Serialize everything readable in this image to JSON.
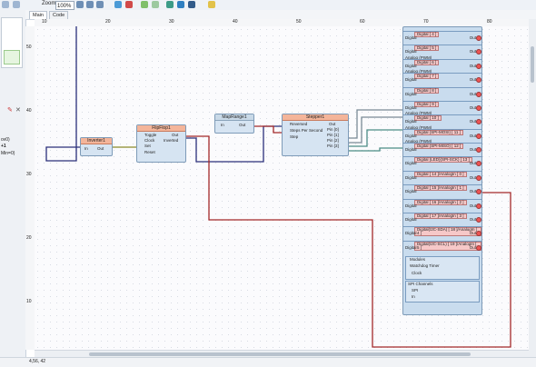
{
  "toolbar": {
    "zoom_label": "Zoom:",
    "zoom_value": "100%"
  },
  "tabs": [
    {
      "label": "Main"
    },
    {
      "label": "Code"
    }
  ],
  "leftpanel": {
    "text1": "ov0)",
    "text2": "+1",
    "text3": "Min=0)"
  },
  "ruler": {
    "top_ticks": [
      "10",
      "20",
      "30",
      "40",
      "50",
      "60",
      "70",
      "80"
    ],
    "left_ticks": [
      "50",
      "40",
      "30",
      "20",
      "10"
    ]
  },
  "components": {
    "inverter": {
      "title": "Inverter1",
      "in": "In",
      "out": "Out"
    },
    "flipflop": {
      "title": "FlipFlop1",
      "pins": [
        "Toggle",
        "Clock",
        "Set",
        "Reset"
      ],
      "outs": [
        "Out",
        "Inverted"
      ]
    },
    "mapimage": {
      "title": "MapRange1",
      "in": "In",
      "out": "Out"
    },
    "stepper": {
      "title": "Stepper1",
      "pins": [
        "Reversed",
        "Steps Per Second",
        "Step"
      ],
      "outs": [
        "Out",
        "Pin [0]",
        "Pin [1]",
        "Pin [2]",
        "Pin [3]"
      ]
    },
    "board": {
      "rows": [
        {
          "label": "Digital [ 4 ]",
          "type": "Digital",
          "sub": ""
        },
        {
          "label": "Digital [ 5 ]",
          "type": "Digital",
          "sub": "Analog (PWM)"
        },
        {
          "label": "Digital [ 6 ]",
          "type": "Digital",
          "sub": "Analog (PWM)"
        },
        {
          "label": "Digital [ 7 ]",
          "type": "Digital",
          "sub": ""
        },
        {
          "label": "Digital [ 8 ]",
          "type": "Digital",
          "sub": ""
        },
        {
          "label": "Digital [ 9 ]",
          "type": "Digital",
          "sub": "Analog (PWM)"
        },
        {
          "label": "Digital [ 10 ]",
          "type": "Digital",
          "sub": "Analog (PWM)"
        },
        {
          "label": "Digital (SPI-MOSI) [ 11 ]",
          "type": "Digital",
          "sub": "Analog (PWM)"
        },
        {
          "label": "Digital (SPI-MISO) [ 12 ]",
          "type": "Digital",
          "sub": ""
        },
        {
          "label": "Digital (LED)(SPI-SCK) [ 13 ]",
          "type": "Digital",
          "sub": ""
        },
        {
          "label": "Digital [ 14 ]/AnalogIn [ 0 ]",
          "type": "Digital",
          "sub": ""
        },
        {
          "label": "Digital [ 15 ]/AnalogIn [ 1 ]",
          "type": "Digital",
          "sub": ""
        },
        {
          "label": "Digital [ 16 ]/AnalogIn [ 2 ]",
          "type": "Digital",
          "sub": ""
        },
        {
          "label": "Digital [ 17 ]/AnalogIn [ 3 ]",
          "type": "Digital",
          "sub": ""
        },
        {
          "label": "Digital(I2C-SDA) [ 18 ]/AnalogIn [ 4 ]",
          "type": "Digital",
          "sub": ""
        },
        {
          "label": "Digital(I2C-SCL) [ 19 ]/AnalogIn [ 5 ]",
          "type": "Digital",
          "sub": ""
        }
      ],
      "out_label": "Out",
      "modules_title": "Modules",
      "modules_items": [
        "Watchdog Timer",
        "Clock"
      ],
      "spi_title": "SPI Channels",
      "spi_items": [
        "SPI",
        "In"
      ]
    }
  },
  "status": {
    "coords": "4,56, 42"
  },
  "colors": {
    "wire_blue": "#2a2f7a",
    "wire_red": "#a3282a",
    "wire_teal": "#4b8c86",
    "wire_gray": "#7a8a96",
    "wire_olive": "#8a8a2a"
  }
}
